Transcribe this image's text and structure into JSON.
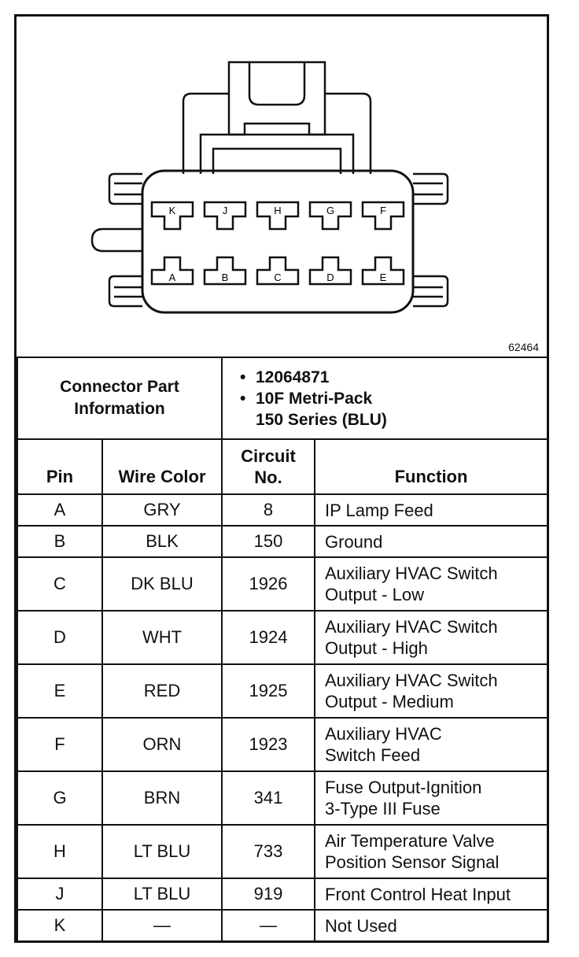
{
  "diagram": {
    "figure_number": "62464",
    "pins_top": [
      "K",
      "J",
      "H",
      "G",
      "F"
    ],
    "pins_bottom": [
      "A",
      "B",
      "C",
      "D",
      "E"
    ]
  },
  "connector_info": {
    "title_line1": "Connector Part",
    "title_line2": "Information",
    "part_number": "12064871",
    "series_line1": "10F Metri-Pack",
    "series_line2": "150 Series (BLU)"
  },
  "table": {
    "headers": {
      "pin": "Pin",
      "wire_color": "Wire Color",
      "circuit_line1": "Circuit",
      "circuit_line2": "No.",
      "function": "Function"
    },
    "rows": [
      {
        "pin": "A",
        "color": "GRY",
        "circuit": "8",
        "f1": "IP Lamp Feed",
        "f2": ""
      },
      {
        "pin": "B",
        "color": "BLK",
        "circuit": "150",
        "f1": "Ground",
        "f2": ""
      },
      {
        "pin": "C",
        "color": "DK BLU",
        "circuit": "1926",
        "f1": "Auxiliary HVAC Switch",
        "f2": "Output - Low"
      },
      {
        "pin": "D",
        "color": "WHT",
        "circuit": "1924",
        "f1": "Auxiliary HVAC Switch",
        "f2": "Output - High"
      },
      {
        "pin": "E",
        "color": "RED",
        "circuit": "1925",
        "f1": "Auxiliary HVAC Switch",
        "f2": "Output - Medium"
      },
      {
        "pin": "F",
        "color": "ORN",
        "circuit": "1923",
        "f1": "Auxiliary HVAC",
        "f2": "Switch Feed"
      },
      {
        "pin": "G",
        "color": "BRN",
        "circuit": "341",
        "f1": "Fuse Output-Ignition",
        "f2": "3-Type III Fuse"
      },
      {
        "pin": "H",
        "color": "LT BLU",
        "circuit": "733",
        "f1": "Air Temperature Valve",
        "f2": "Position Sensor Signal"
      },
      {
        "pin": "J",
        "color": "LT BLU",
        "circuit": "919",
        "f1": "Front Control Heat Input",
        "f2": ""
      },
      {
        "pin": "K",
        "color": "—",
        "circuit": "—",
        "f1": "Not Used",
        "f2": ""
      }
    ]
  }
}
